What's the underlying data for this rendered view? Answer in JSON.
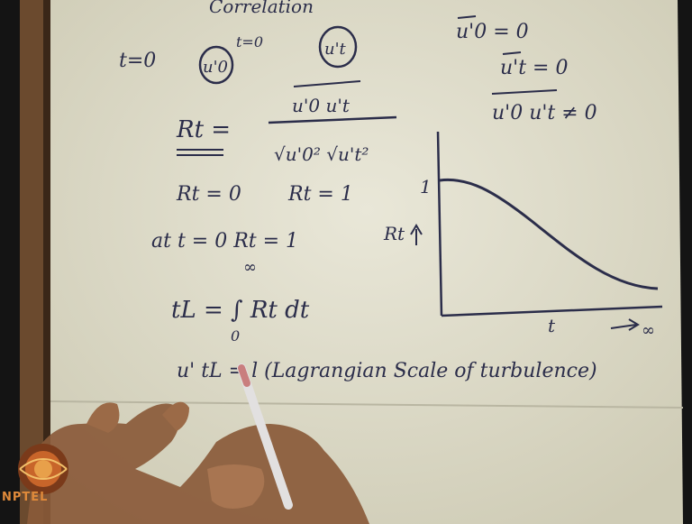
{
  "board": {
    "header_partial": "Correlation",
    "t0_label": "t=0",
    "u0_sym": "u'0",
    "ut_sym": "u't",
    "t_eq0": "t=0",
    "rt_def_lhs": "Rt =",
    "rt_def_num": "u'0 u't",
    "rt_def_den": "√u'0² √u't²",
    "mean_u0": "u'0 = 0",
    "mean_ut": "u't = 0",
    "mean_prod": "u'0 u't ≠ 0",
    "rt_zero": "Rt = 0",
    "rt_one": "Rt = 1",
    "at_t0": "at t = 0  Rt = 1",
    "tl_def": "tL = ∫ Rt dt",
    "int_upper": "∞",
    "int_lower": "0",
    "lagrangian": "u' tL = l (Lagrangian Scale of turbulence)"
  },
  "plot": {
    "y_tick": "1",
    "y_label": "Rt",
    "x_label": "t",
    "x_arrow": "∞"
  },
  "logo": {
    "text": "NPTEL"
  },
  "colors": {
    "paper": "#dedccc",
    "ink": "#2b2d4a",
    "logo": "#e08a3a"
  }
}
